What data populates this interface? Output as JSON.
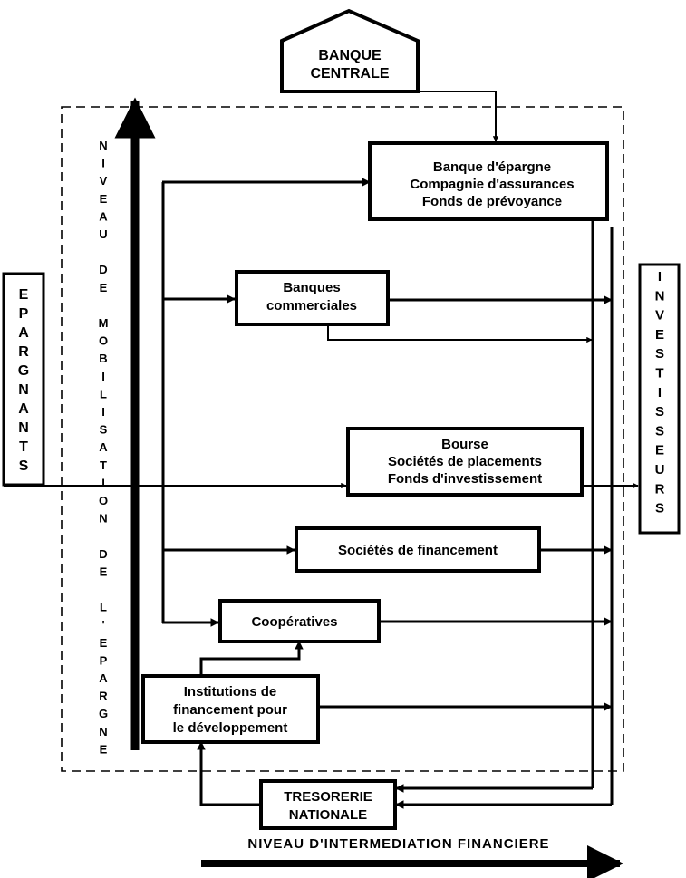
{
  "central_bank": {
    "lines": [
      "BANQUE",
      "CENTRALE"
    ]
  },
  "savers": {
    "label": "EPARGNANTS"
  },
  "investors": {
    "label": "INVESTISSEURS"
  },
  "mobilisation_axis": {
    "label": "NIVEAU DE MOBILISATION DE L'EPARGNE"
  },
  "intermediation_axis": {
    "label": "NIVEAU D'INTERMEDIATION FINANCIERE"
  },
  "institutions": {
    "savings": {
      "lines": [
        "Banque  d'épargne",
        "Compagnie  d'assurances",
        "Fonds de  prévoyance"
      ]
    },
    "commercial": {
      "lines": [
        "Banques",
        "commerciales"
      ]
    },
    "bourse": {
      "lines": [
        "Bourse",
        "Sociétés  de  placements",
        "Fonds  d'investissement"
      ]
    },
    "financing": {
      "lines": [
        "Sociétés  de  financement"
      ]
    },
    "coop": {
      "lines": [
        "Coopératives"
      ]
    },
    "development": {
      "lines": [
        "Institutions  de",
        "financement  pour",
        "le  développement"
      ]
    },
    "treasury": {
      "lines": [
        "TRESORERIE",
        "NATIONALE"
      ]
    }
  },
  "colors": {
    "ink": "#000000",
    "background": "#ffffff"
  }
}
